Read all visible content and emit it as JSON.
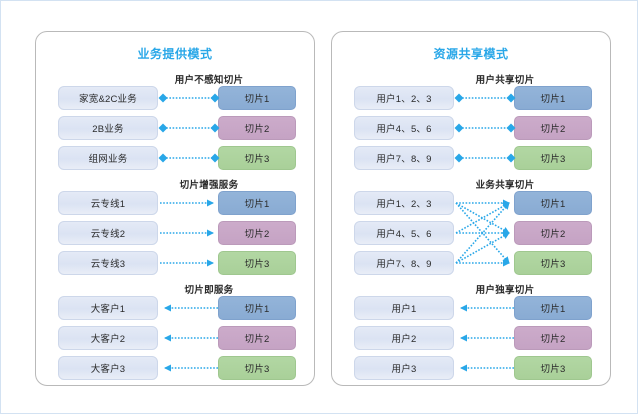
{
  "diagram": {
    "title_color": "#29a7e8",
    "slice_colors": {
      "blue": "#93b4d9",
      "purple": "#ccabca",
      "green": "#b2d7a3"
    },
    "connector_color": "#29a7e8"
  },
  "panels": [
    {
      "title": "业务提供模式",
      "groups": [
        {
          "label": "用户不感知切片",
          "connector": "both",
          "left": [
            "家宽&2C业务",
            "2B业务",
            "组网业务"
          ],
          "right": [
            "切片1",
            "切片2",
            "切片3"
          ]
        },
        {
          "label": "切片增强服务",
          "connector": "right",
          "left": [
            "云专线1",
            "云专线2",
            "云专线3"
          ],
          "right": [
            "切片1",
            "切片2",
            "切片3"
          ]
        },
        {
          "label": "切片即服务",
          "connector": "left",
          "left": [
            "大客户1",
            "大客户2",
            "大客户3"
          ],
          "right": [
            "切片1",
            "切片2",
            "切片3"
          ]
        }
      ]
    },
    {
      "title": "资源共享模式",
      "groups": [
        {
          "label": "用户共享切片",
          "connector": "both",
          "left": [
            "用户1、2、3",
            "用户4、5、6",
            "用户7、8、9"
          ],
          "right": [
            "切片1",
            "切片2",
            "切片3"
          ]
        },
        {
          "label": "业务共享切片",
          "connector": "mesh",
          "left": [
            "用户1、2、3",
            "用户4、5、6",
            "用户7、8、9"
          ],
          "right": [
            "切片1",
            "切片2",
            "切片3"
          ]
        },
        {
          "label": "用户独享切片",
          "connector": "left",
          "left": [
            "用户1",
            "用户2",
            "用户3"
          ],
          "right": [
            "切片1",
            "切片2",
            "切片3"
          ]
        }
      ]
    }
  ]
}
